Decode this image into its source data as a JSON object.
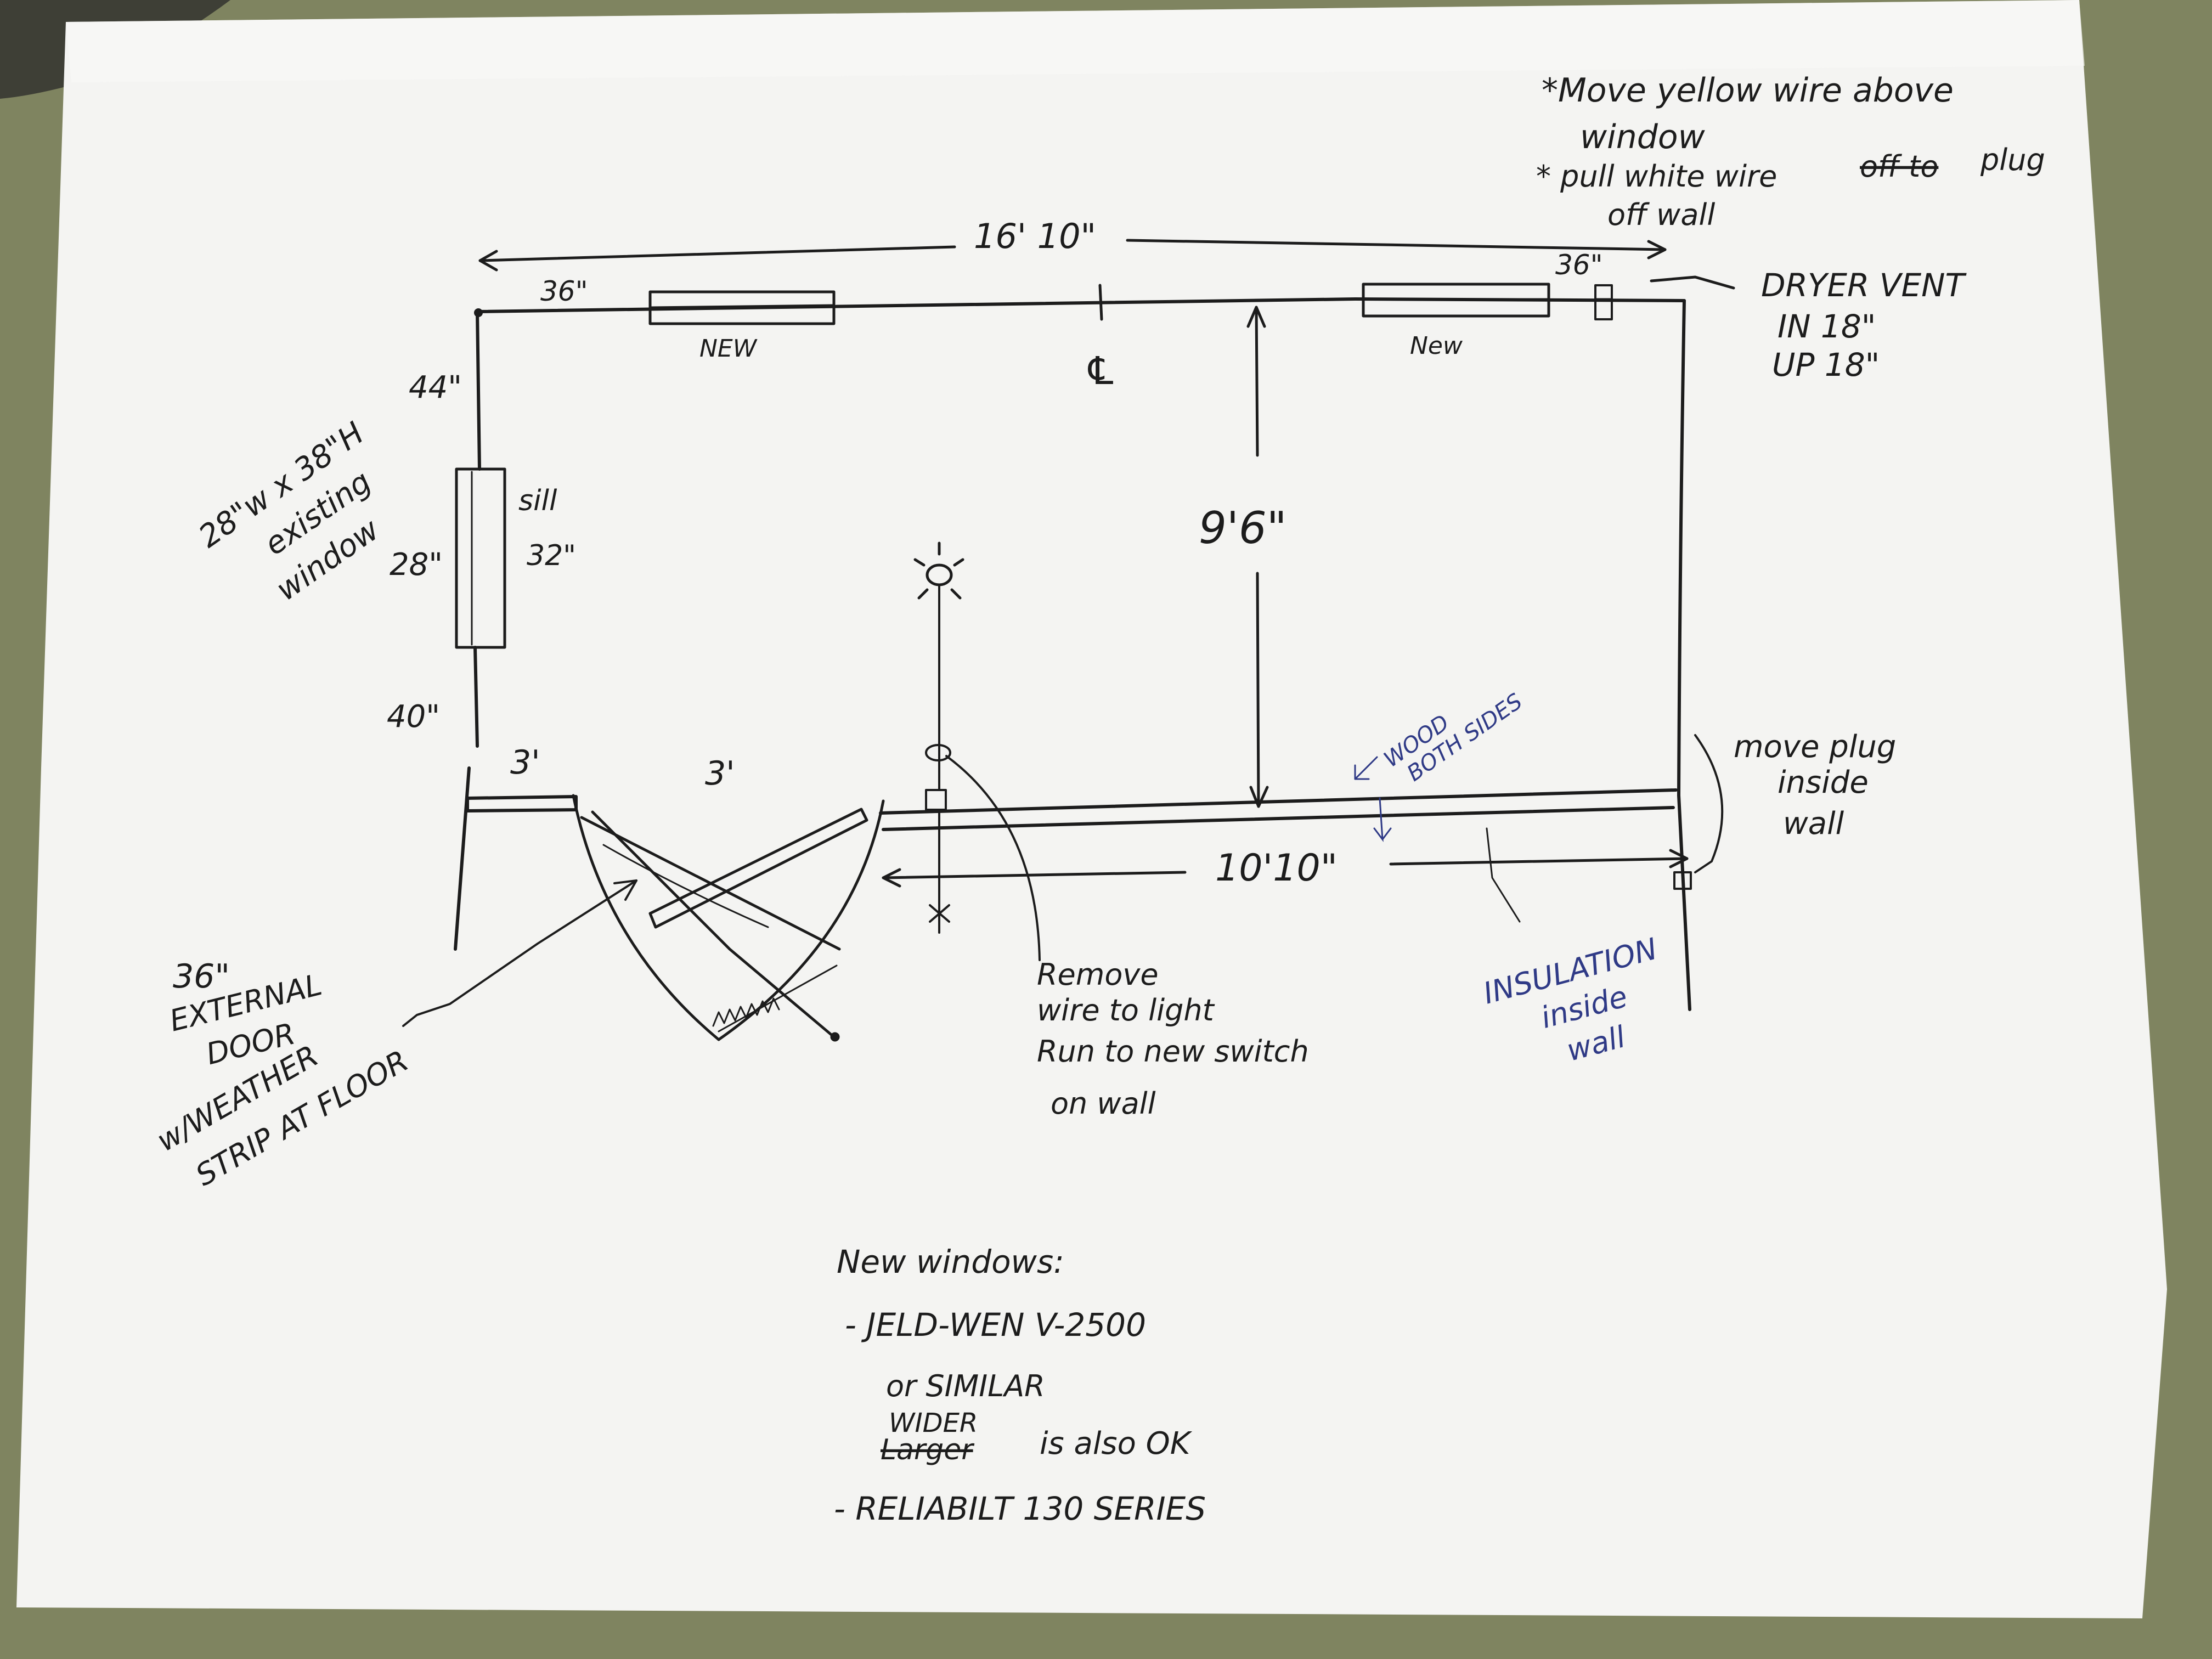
{
  "notes_top_right": {
    "line1": "*Move yellow wire above",
    "line2": "window",
    "line3": "* pull white wire",
    "line3_strike": "off to",
    "line3_end": "plug",
    "line4": "off wall"
  },
  "dimensions": {
    "overall_width": "16' 10\"",
    "left_offset": "36\"",
    "right_offset": "36\"",
    "left_top": "44\"",
    "left_bottom": "40\"",
    "window_height": "28\"",
    "sill_label": "sill",
    "sill_value": "32\"",
    "room_depth": "9'6\"",
    "door_left": "3'",
    "door_right": "3'",
    "wall_length": "10'10\"",
    "centerline": "℄"
  },
  "windows": {
    "left_label": "NEW",
    "right_label": "New"
  },
  "existing_window": {
    "line1": "28\"w x 38\"H",
    "line2": "existing",
    "line3": "window"
  },
  "dryer_vent": {
    "line1": "DRYER VENT",
    "line2": "IN 18\"",
    "line3": "UP 18\""
  },
  "move_plug": {
    "line1": "move plug",
    "line2": "inside",
    "line3": "wall"
  },
  "wood_note": {
    "line1": "WOOD",
    "line2": "BOTH SIDES"
  },
  "insulation_note": {
    "line1": "INSULATION",
    "line2": "inside",
    "line3": "wall"
  },
  "door_note": {
    "line1": "36\"",
    "line2": "EXTERNAL",
    "line3": "DOOR",
    "line4": "w/WEATHER",
    "line5": "STRIP AT FLOOR"
  },
  "light_note": {
    "line1": "Remove",
    "line2": "wire to light",
    "line3": "Run to new switch",
    "line4": "on wall"
  },
  "new_windows_list": {
    "heading": "New windows:",
    "item1": "- JELD-WEN V-2500",
    "item1b": "or SIMILAR",
    "item2_insert": "WIDER",
    "item2_strike": "Larger",
    "item2_rest": "is also OK",
    "item3": "- RELIABILT 130 SERIES"
  }
}
